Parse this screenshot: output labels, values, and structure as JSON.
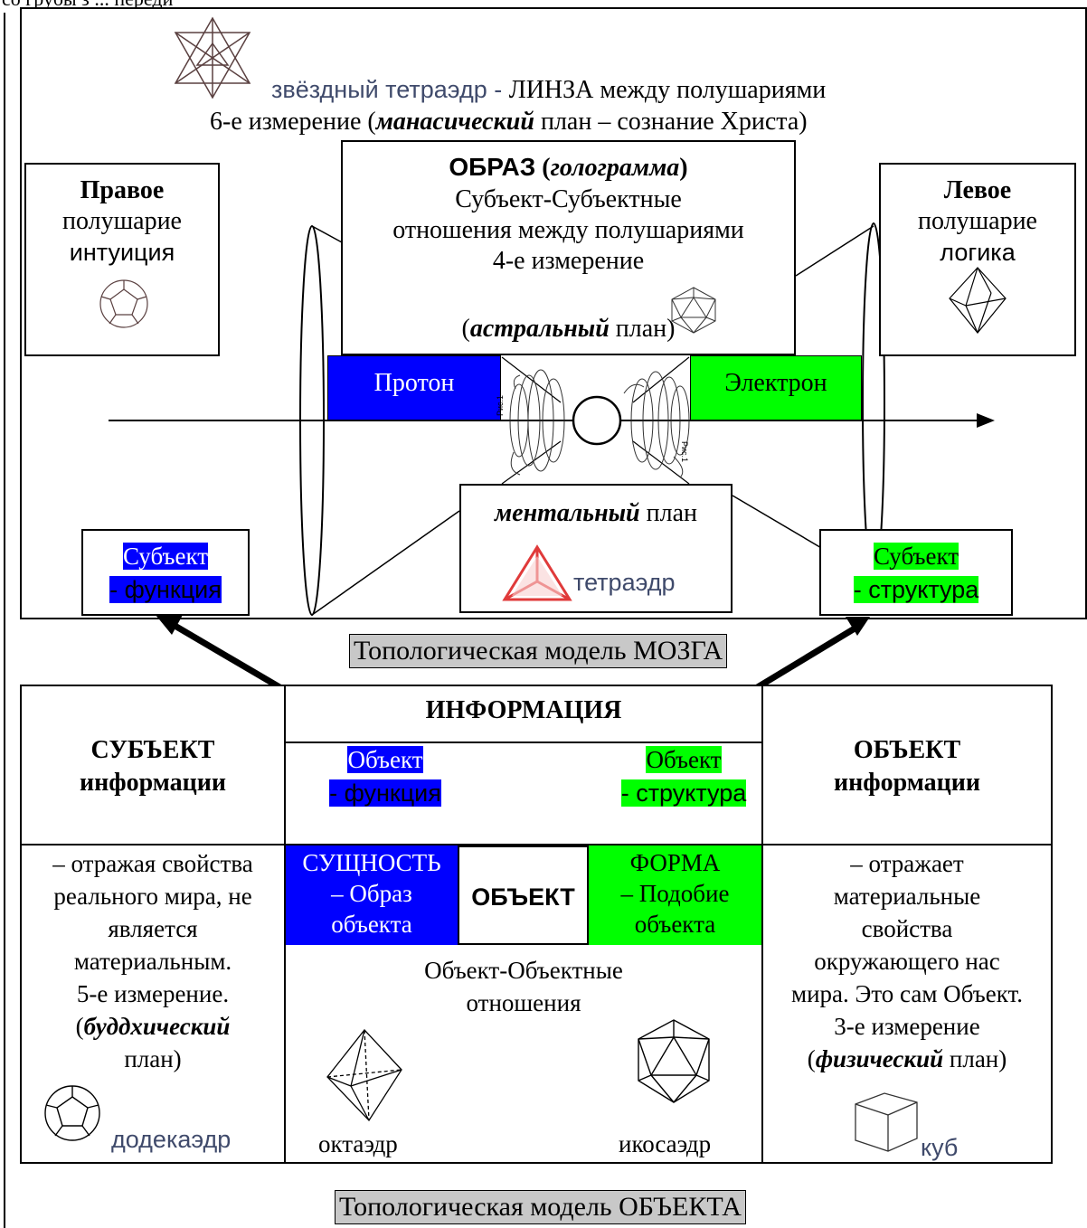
{
  "top_fragment": "со грубы з ... переди",
  "star": {
    "caption": "звёздный тетраэдр - ",
    "caption_rest": "ЛИНЗА между полушариями",
    "line2_pre": "6-е измерение (",
    "line2_em": "манасический",
    "line2_post": " план – сознание Христа)"
  },
  "right_hemisphere": {
    "title": "Правое",
    "subtitle": "полушарие",
    "keyword": "интуиция"
  },
  "left_hemisphere": {
    "title": "Левое",
    "subtitle": "полушарие",
    "keyword": "логика"
  },
  "image_box": {
    "title": "ОБРАЗ",
    "title_paren_open": " (",
    "title_em": "голограмма",
    "title_paren_close": ")",
    "line1": "Субъект-Субъектные",
    "line2": "отношения между полушариями",
    "line3": "4-е измерение",
    "plan_open": "(",
    "plan_em": "астральный",
    "plan_post": " план)"
  },
  "proton": "Протон",
  "electron": "Электрон",
  "fig_label": "Рис.1",
  "mental": {
    "em": "ментальный",
    "post": " план",
    "tetra": "тетраэдр"
  },
  "subject_function": {
    "line1": "Субъект",
    "line2": "- функция"
  },
  "subject_structure": {
    "line1": "Субъект",
    "line2": "- структура"
  },
  "brain_model": "Топологическая модель МОЗГА",
  "information_header": "ИНФОРМАЦИЯ",
  "subject_info": {
    "line1": "СУБЪЕКТ",
    "line2": "информации"
  },
  "object_info": {
    "line1": "ОБЪЕКТ",
    "line2": "информации"
  },
  "object_function": {
    "line1": "Объект",
    "line2": "- функция"
  },
  "object_structure": {
    "line1": "Объект",
    "line2": "- структура"
  },
  "essence": {
    "line1": "СУЩНОСТЬ",
    "line2": "– Образ",
    "line3": "объекта"
  },
  "object_word": "ОБЪЕКТ",
  "form": {
    "line1": "ФОРМА",
    "line2": "– Подобие",
    "line3": "объекта"
  },
  "left_desc": {
    "l1": "– отражая свойства",
    "l2": "реального мира, не",
    "l3": "является",
    "l4": "материальным.",
    "l5": "5-е измерение.",
    "l6_open": "(",
    "l6_em": "буддхический",
    "l7": "план)",
    "shape": "додекаэдр"
  },
  "center_desc": {
    "l1": "Объект-Объектные",
    "l2": "отношения",
    "octa": "октаэдр",
    "icosa": "икосаэдр"
  },
  "right_desc": {
    "l1": "– отражает",
    "l2": "материальные",
    "l3": "свойства",
    "l4": "окружающего нас",
    "l5": "мира. Это сам Объект.",
    "l6": "3-е измерение",
    "l7_open": "(",
    "l7_em": "физический",
    "l7_post": " план)",
    "shape": "куб"
  },
  "object_model": "Топологическая модель ОБЪЕКТА",
  "colors": {
    "blue": "#0000ff",
    "green": "#00ff00",
    "grey": "#c8c8c8",
    "slate": "#3f4a6b",
    "red": "#e03a3a"
  }
}
